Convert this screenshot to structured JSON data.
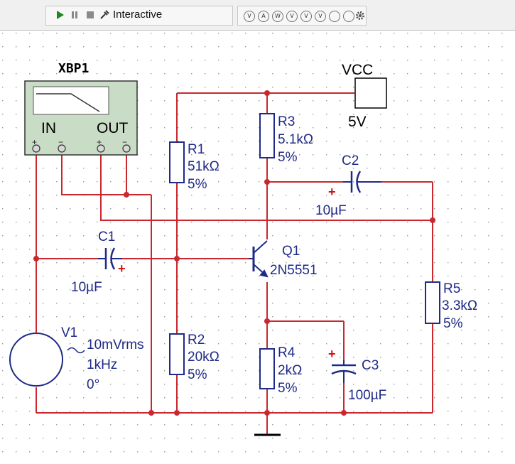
{
  "toolbar": {
    "mode_label": "Interactive",
    "icons": [
      "run-icon",
      "pause-icon",
      "stop-icon",
      "probe-icon"
    ],
    "instrument_icons": [
      "V",
      "A",
      "W",
      "V",
      "V",
      "V",
      "",
      "",
      ""
    ]
  },
  "schematic": {
    "bode_plotter": {
      "name": "XBP1",
      "in_label": "IN",
      "out_label": "OUT",
      "minus": "−",
      "plus": "+"
    },
    "vcc": {
      "name": "VCC",
      "value": "5V"
    },
    "r1": {
      "name": "R1",
      "value": "51kΩ",
      "tol": "5%"
    },
    "r2": {
      "name": "R2",
      "value": "20kΩ",
      "tol": "5%"
    },
    "r3": {
      "name": "R3",
      "value": "5.1kΩ",
      "tol": "5%"
    },
    "r4": {
      "name": "R4",
      "value": "2kΩ",
      "tol": "5%"
    },
    "r5": {
      "name": "R5",
      "value": "3.3kΩ",
      "tol": "5%"
    },
    "c1": {
      "name": "C1",
      "value": "10µF",
      "pol": "+"
    },
    "c2": {
      "name": "C2",
      "value": "10µF",
      "pol": "+"
    },
    "c3": {
      "name": "C3",
      "value": "100µF",
      "pol": "+"
    },
    "q1": {
      "name": "Q1",
      "model": "2N5551"
    },
    "v1": {
      "name": "V1",
      "amplitude": "10mVrms",
      "freq": "1kHz",
      "phase": "0°"
    },
    "colors": {
      "wire": "#c8282e",
      "component": "#1f2a86",
      "grid": "#9a9a9a"
    }
  }
}
